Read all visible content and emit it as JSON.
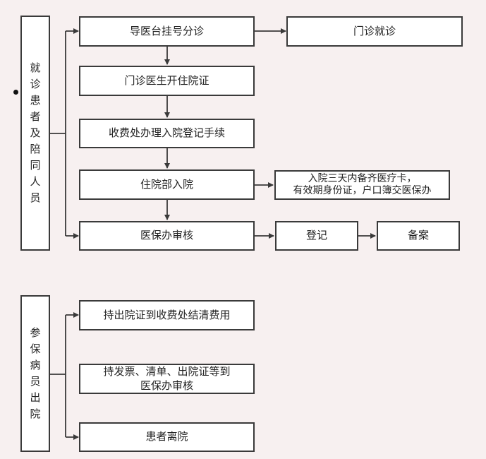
{
  "section1": {
    "label": "就诊患者及陪同人员",
    "step1": "导医台挂号分诊",
    "outpatient": "门诊就诊",
    "step2": "门诊医生开住院证",
    "step3": "收费处办理入院登记手续",
    "step4": "住院部入院",
    "note_line1": "入院三天内备齐医疗卡，",
    "note_line2": "有效期身份证，户口簿交医保办",
    "step5": "医保办审核",
    "register": "登记",
    "file": "备案"
  },
  "section2": {
    "label": "参保病员出院",
    "step1": "持出院证到收费处结清费用",
    "step2_line1": "持发票、清单、出院证等到",
    "step2_line2": "医保办审核",
    "step3": "患者离院"
  },
  "colors": {
    "background": "#f7f0f0",
    "box_fill": "#ffffff",
    "stroke": "#3a3a3a"
  }
}
